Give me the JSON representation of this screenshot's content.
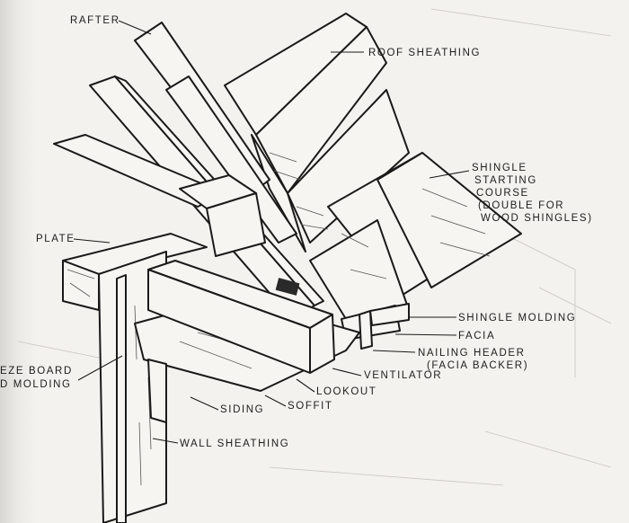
{
  "labels": {
    "rafter": "RAFTER",
    "roof_sheathing": "ROOF SHEATHING",
    "shingle_starting_course": [
      "SHINGLE",
      "STARTING",
      "COURSE",
      "(DOUBLE FOR",
      "WOOD SHINGLES)"
    ],
    "plate": "PLATE",
    "shingle_molding": "SHINGLE MOLDING",
    "facia": "FACIA",
    "nailing_header": [
      "NAILING HEADER",
      "(FACIA BACKER)"
    ],
    "ventilator": "VENTILATOR",
    "lookout": "LOOKOUT",
    "soffit": "SOFFIT",
    "siding": "SIDING",
    "wall_sheathing": "WALL SHEATHING",
    "frieze_board": [
      "EZE BOARD",
      "D MOLDING"
    ]
  }
}
